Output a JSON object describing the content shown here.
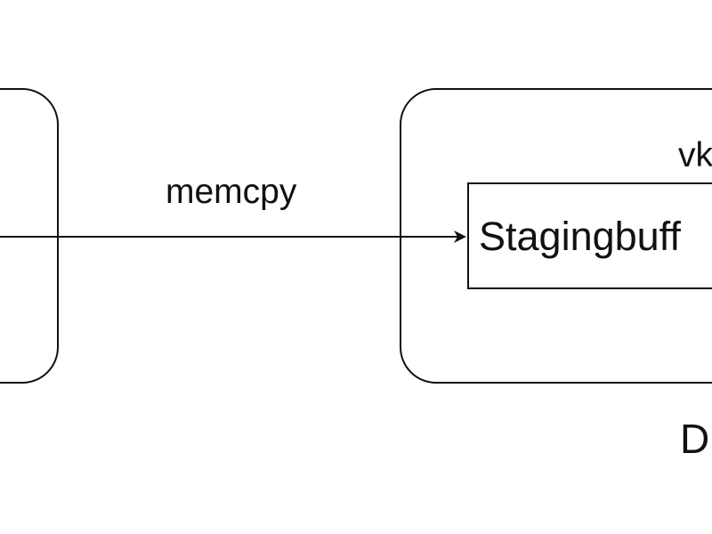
{
  "diagram": {
    "edge_label": "memcpy",
    "inner_box_label": "Stagingbuff",
    "outer_box_top_label": "vk",
    "outer_box_bottom_label": "D"
  },
  "colors": {
    "stroke": "#111111",
    "background": "#ffffff",
    "text": "#111111"
  }
}
